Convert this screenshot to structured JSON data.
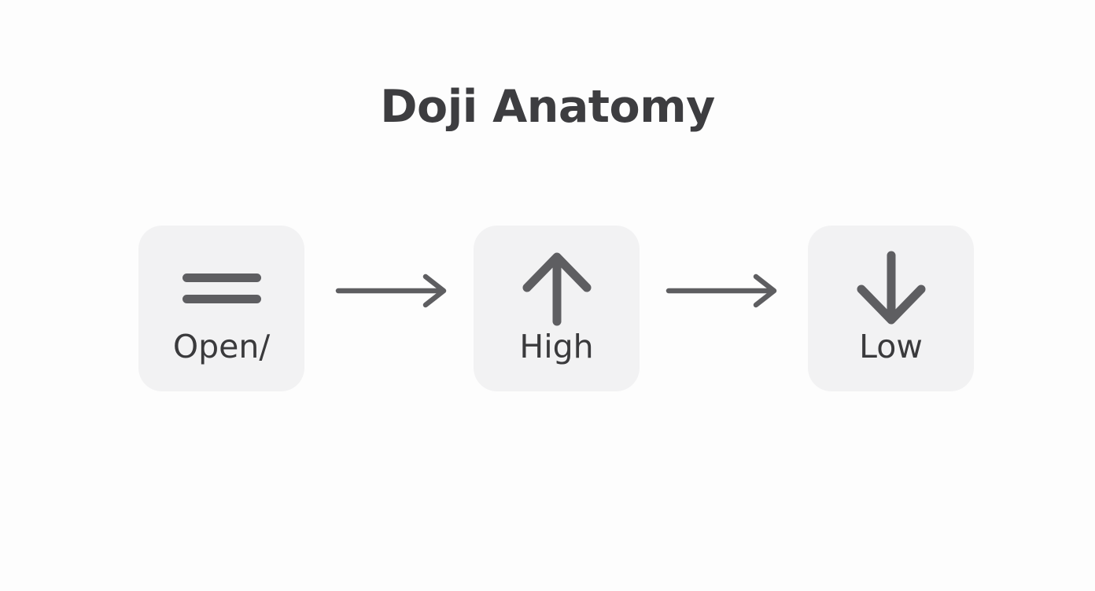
{
  "diagram": {
    "title": "Doji Anatomy",
    "background_color": "#fdfdfd",
    "title_color": "#3d3d40",
    "card_color": "#f2f2f3",
    "icon_color": "#5e5e61",
    "label_color": "#3a3a3c",
    "arrow_color": "#5e5e61",
    "steps": [
      {
        "id": "open-close",
        "label": "Open/",
        "icon": "equals-icon"
      },
      {
        "id": "high",
        "label": "High",
        "icon": "arrow-up-icon"
      },
      {
        "id": "low",
        "label": "Low",
        "icon": "arrow-down-icon"
      }
    ],
    "connectors": [
      {
        "id": "connector-1",
        "icon": "arrow-right-icon"
      },
      {
        "id": "connector-2",
        "icon": "arrow-right-icon"
      }
    ]
  }
}
